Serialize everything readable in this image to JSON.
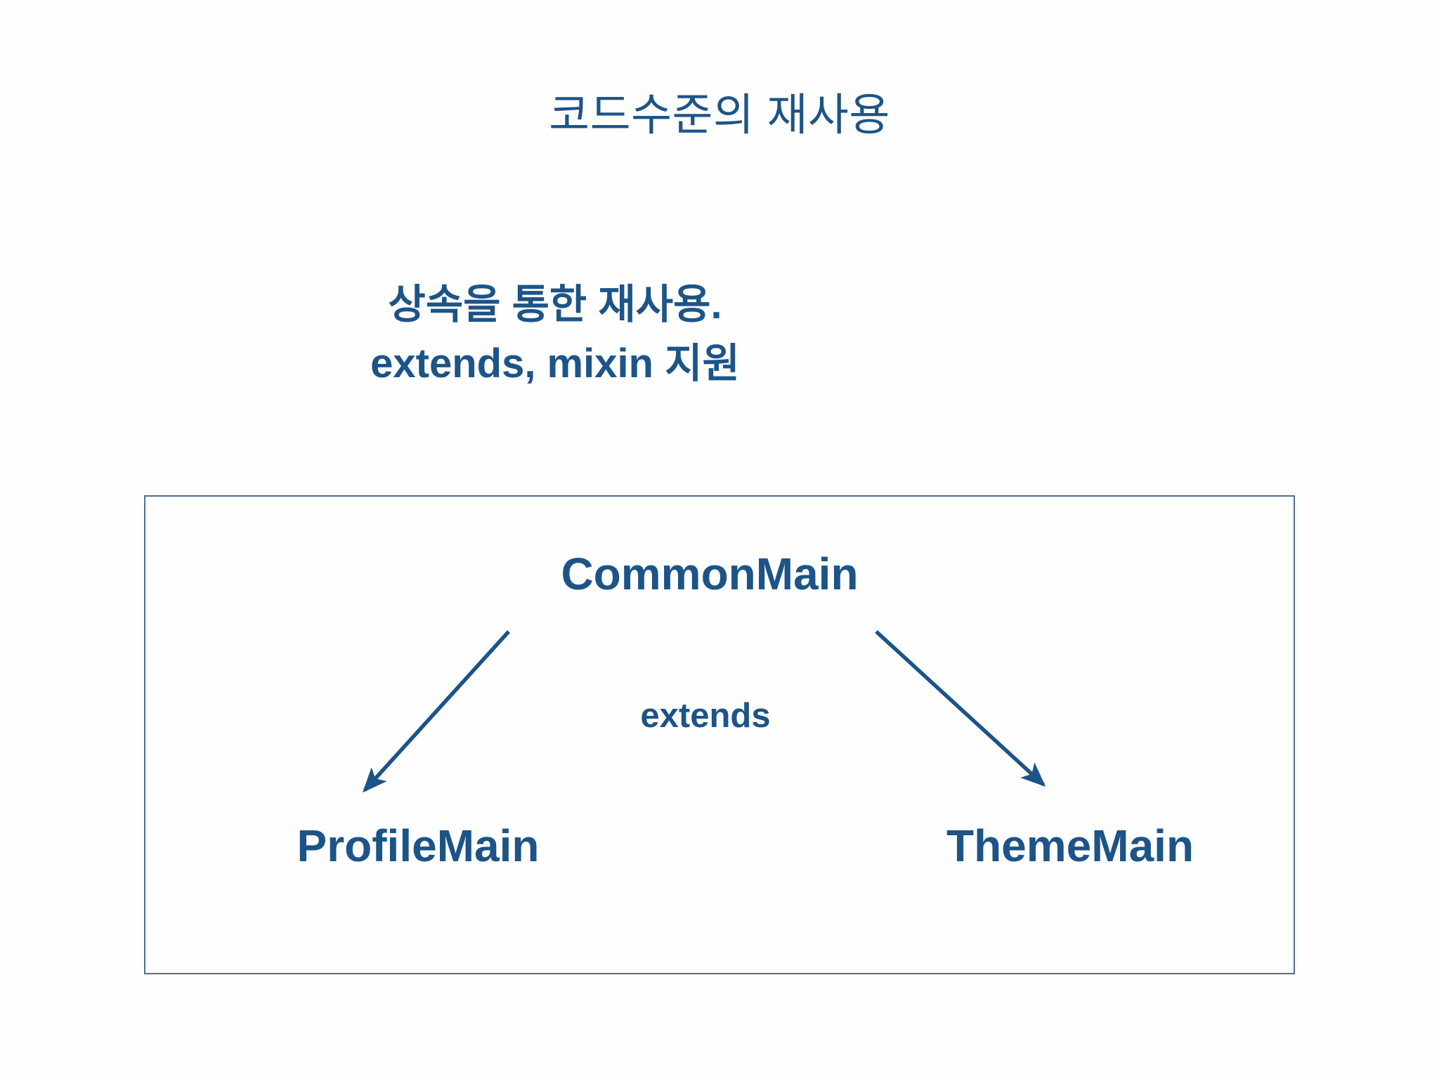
{
  "slide": {
    "background_color": "#fefefe",
    "accent_color": "#1c5488",
    "border_color": "#4a7196",
    "title": "코드수준의 재사용",
    "subtitle_line1": "상속을 통한 재사용.",
    "subtitle_line2": "extends, mixin 지원"
  },
  "diagram": {
    "type": "class-inheritance",
    "parent_node": "CommonMain",
    "edge_label": "extends",
    "child_nodes": [
      {
        "label": "ProfileMain"
      },
      {
        "label": "ThemeMain"
      }
    ],
    "arrows": [
      {
        "name": "arrow-commonmain-to-profilemain",
        "from": "CommonMain",
        "to": "ProfileMain"
      },
      {
        "name": "arrow-commonmain-to-thememain",
        "from": "CommonMain",
        "to": "ThemeMain"
      }
    ]
  }
}
